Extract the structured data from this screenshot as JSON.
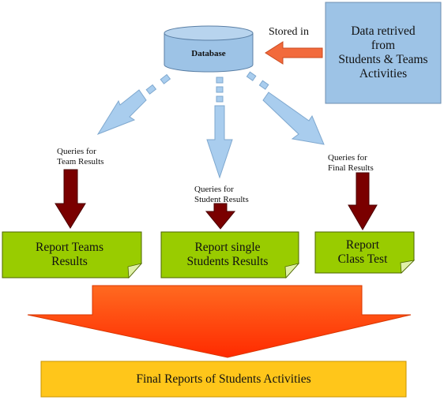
{
  "nodes": {
    "database": {
      "label": "Database"
    },
    "source": {
      "lines": [
        "Data retrived",
        "from",
        "Students & Teams",
        "Activities"
      ]
    },
    "report_teams": {
      "lines": [
        "Report Teams",
        "Results"
      ]
    },
    "report_single": {
      "lines": [
        "Report single",
        "Students Results"
      ]
    },
    "report_class": {
      "lines": [
        "Report",
        "Class Test"
      ]
    },
    "final": {
      "label": "Final Reports of Students Activities"
    }
  },
  "edges": {
    "stored_in": "Stored in",
    "queries_team": [
      "Queries for",
      "Team Results"
    ],
    "queries_student": [
      "Queries for",
      "Student Results"
    ],
    "queries_final": [
      "Queries for",
      "Final Results"
    ]
  },
  "colors": {
    "database_fill": "#9dc3e6",
    "source_fill": "#9dc3e6",
    "query_arrow": "#a9cdee",
    "stored_arrow": "#f26a3c",
    "report_fill": "#99cc00",
    "report_arrow": "#7a0000",
    "big_arrow": "#ff4a14",
    "final_fill": "#ffc61a"
  }
}
